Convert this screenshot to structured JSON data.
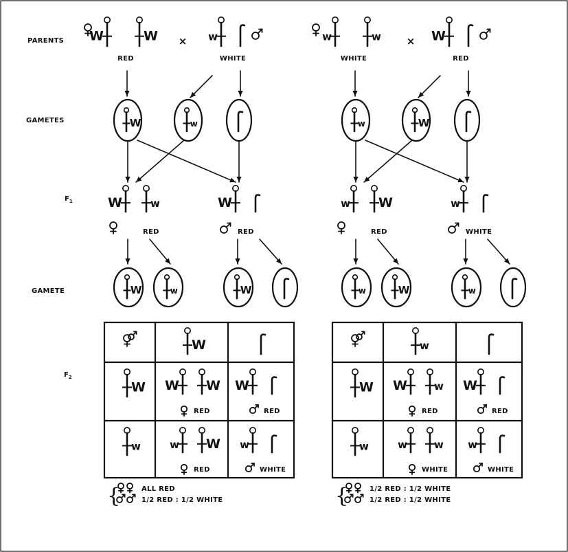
{
  "row_labels": {
    "parents": "PARENTS",
    "gametes": "GAMETES",
    "f1": "F",
    "f1_sub": "1",
    "gamete": "GAMETE",
    "f2": "F",
    "f2_sub": "2"
  },
  "cross_symbol": "×",
  "allele_dominant": "W",
  "allele_recessive": "w",
  "crosses": [
    {
      "parent_female_phenotype": "RED",
      "parent_male_phenotype": "WHITE",
      "f1_female_phenotype": "RED",
      "f1_male_phenotype": "RED",
      "punnett": {
        "row1_left": "RED",
        "row1_right": "RED",
        "row2_left": "RED",
        "row2_right": "WHITE"
      },
      "summary_female": "ALL RED",
      "summary_male": "1/2 RED : 1/2 WHITE"
    },
    {
      "parent_female_phenotype": "WHITE",
      "parent_male_phenotype": "RED",
      "f1_female_phenotype": "RED",
      "f1_male_phenotype": "WHITE",
      "punnett": {
        "row1_left": "RED",
        "row1_right": "RED",
        "row2_left": "WHITE",
        "row2_right": "WHITE"
      },
      "summary_female": "1/2 RED : 1/2 WHITE",
      "summary_male": "1/2 RED : 1/2 WHITE"
    }
  ]
}
